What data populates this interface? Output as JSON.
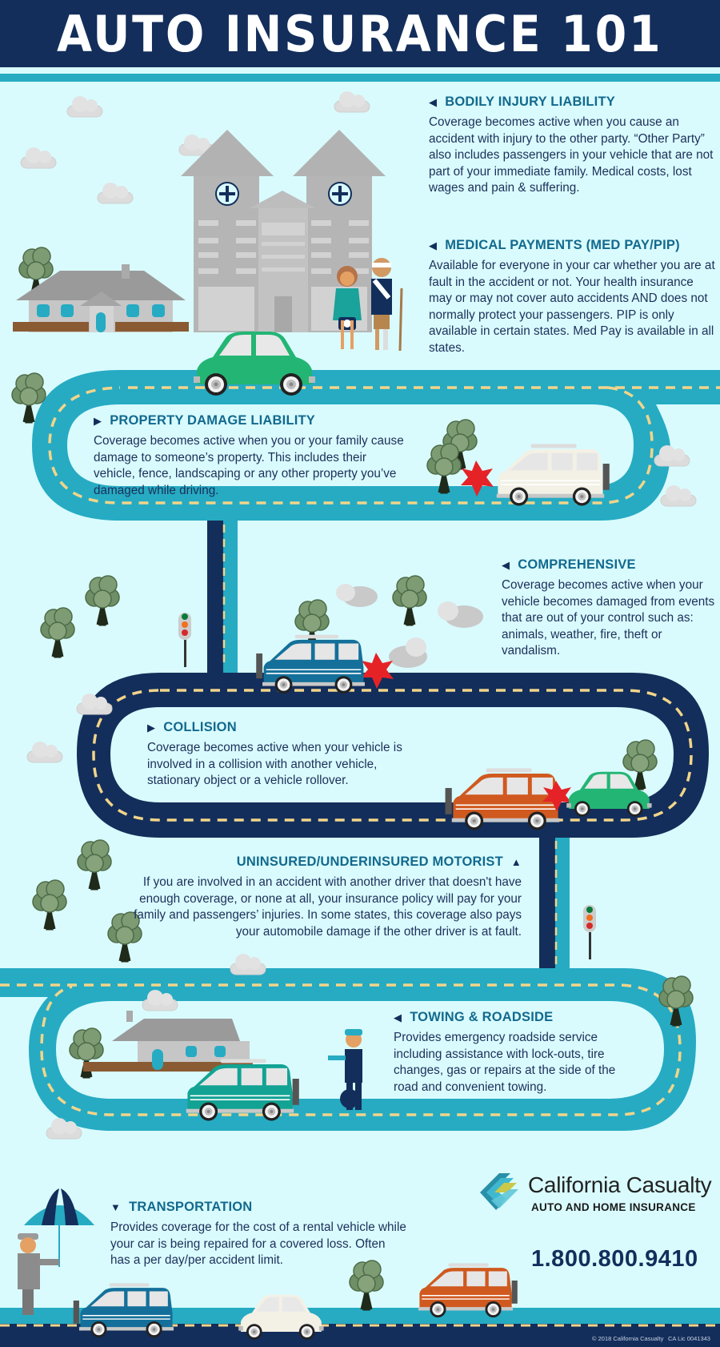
{
  "header": {
    "title": "AUTO INSURANCE 101"
  },
  "sections": {
    "bodily_injury": {
      "arrow": "◀",
      "title": "BODILY INJURY LIABILITY",
      "body": "Coverage becomes active when you cause an accident with injury to the other party. “Other Party” also includes passengers in your vehicle that are not part of your immediate family. Medical costs, lost wages and pain & suffering."
    },
    "medical_payments": {
      "arrow": "◀",
      "title": "MEDICAL PAYMENTS (MED PAY/PIP)",
      "body": "Available for everyone in your car whether you are at fault in the accident or not. Your health insurance may or may not cover auto accidents AND does not normally protect your passengers. PIP is only available in certain states. Med Pay is available in all states."
    },
    "property_damage": {
      "arrow": "▶",
      "title": "PROPERTY DAMAGE LIABILITY",
      "body": "Coverage becomes active when you or your family cause damage to someone’s property. This includes their vehicle, fence, landscaping or any other property you’ve damaged while driving."
    },
    "comprehensive": {
      "arrow": "◀",
      "title": "COMPREHENSIVE",
      "body": "Coverage becomes active when your vehicle becomes damaged from events that are out of your control such as: animals, weather, fire, theft or vandalism."
    },
    "collision": {
      "arrow": "▶",
      "title": "COLLISION",
      "body": "Coverage becomes active when your vehicle is involved in a collision with another vehicle, stationary object or a vehicle rollover."
    },
    "uninsured": {
      "arrow": "▲",
      "title": "UNINSURED/UNDERINSURED MOTORIST",
      "body": "If you are involved in an accident with another driver that doesn't have enough coverage, or none at all, your insurance policy will pay for your family and passengers’ injuries. In some states, this coverage also pays your automobile damage if the other driver is at fault."
    },
    "towing": {
      "arrow": "◀",
      "title": "TOWING & ROADSIDE",
      "body": "Provides emergency roadside service including assistance with lock-outs, tire changes, gas or repairs at the side of the road and convenient towing."
    },
    "transportation": {
      "arrow": "▼",
      "title": "TRANSPORTATION",
      "body": "Provides coverage for the cost of a rental vehicle while your car is being repaired for a covered loss. Often has a per day/per accident limit."
    }
  },
  "brand": {
    "name": "California Casualty",
    "tagline": "AUTO AND HOME INSURANCE",
    "phone": "1.800.800.9410",
    "logo_icon": "stacked-chevron-logo-icon"
  },
  "footer": {
    "copyright": "© 2018 California Casualty",
    "license": "CA Lic 0041343"
  },
  "colors": {
    "navy": "#132e5b",
    "teal_road": "#26abc3",
    "background": "#d9fbfd",
    "heading": "#12698e",
    "lane_dash": "#f2d58a"
  }
}
